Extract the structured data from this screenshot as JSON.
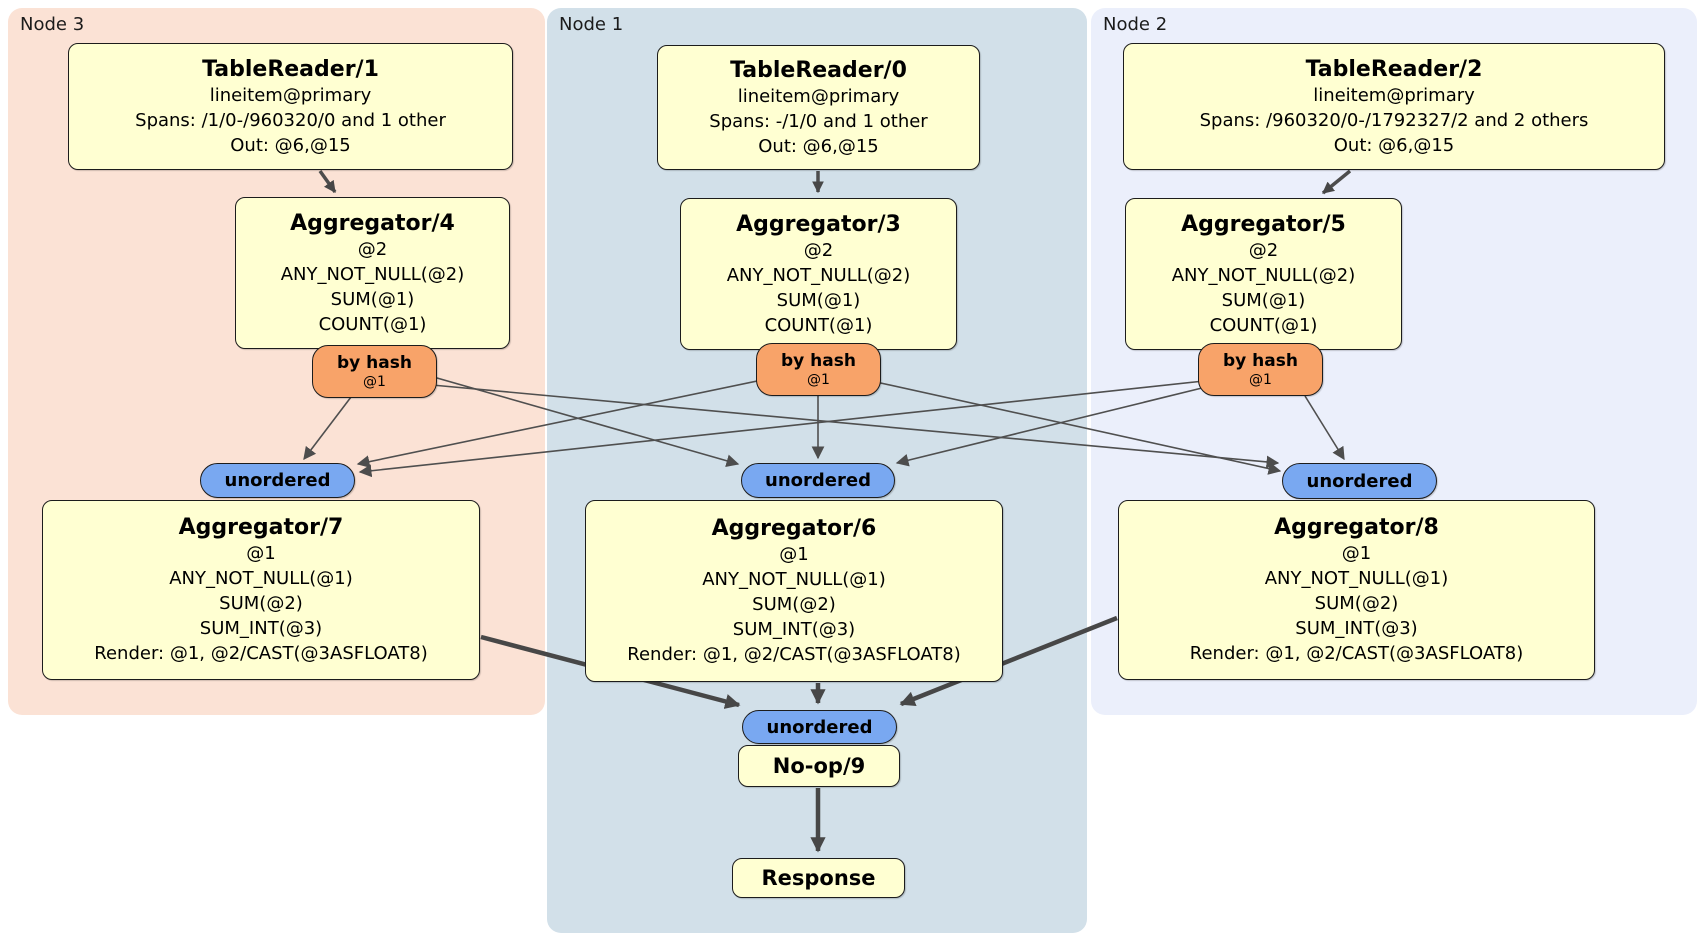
{
  "colors": {
    "node3_bg": "#fbe2d5",
    "node1_bg": "#d2e0e9",
    "node2_bg": "#ebeffb",
    "box_bg": "#ffffd2",
    "router_bg": "#f8a369",
    "sync_bg": "#79a8f1",
    "edge": "#4d4d4d"
  },
  "node3": {
    "label": "Node 3",
    "table_reader": {
      "title": "TableReader/1",
      "lines": [
        "lineitem@primary",
        "Spans: /1/0-/960320/0 and 1 other",
        "Out: @6,@15"
      ]
    },
    "aggregator_top": {
      "title": "Aggregator/4",
      "lines": [
        "@2",
        "ANY_NOT_NULL(@2)",
        "SUM(@1)",
        "COUNT(@1)"
      ]
    },
    "router": {
      "label": "by hash",
      "detail": "@1"
    },
    "sync": {
      "label": "unordered"
    },
    "aggregator_bottom": {
      "title": "Aggregator/7",
      "lines": [
        "@1",
        "ANY_NOT_NULL(@1)",
        "SUM(@2)",
        "SUM_INT(@3)",
        "Render: @1, @2/CAST(@3ASFLOAT8)"
      ]
    }
  },
  "node1": {
    "label": "Node 1",
    "table_reader": {
      "title": "TableReader/0",
      "lines": [
        "lineitem@primary",
        "Spans: -/1/0 and 1 other",
        "Out: @6,@15"
      ]
    },
    "aggregator_top": {
      "title": "Aggregator/3",
      "lines": [
        "@2",
        "ANY_NOT_NULL(@2)",
        "SUM(@1)",
        "COUNT(@1)"
      ]
    },
    "router": {
      "label": "by hash",
      "detail": "@1"
    },
    "sync": {
      "label": "unordered"
    },
    "aggregator_bottom": {
      "title": "Aggregator/6",
      "lines": [
        "@1",
        "ANY_NOT_NULL(@1)",
        "SUM(@2)",
        "SUM_INT(@3)",
        "Render: @1, @2/CAST(@3ASFLOAT8)"
      ]
    },
    "final_sync": {
      "label": "unordered"
    },
    "noop": {
      "title": "No-op/9"
    },
    "response": {
      "title": "Response"
    }
  },
  "node2": {
    "label": "Node 2",
    "table_reader": {
      "title": "TableReader/2",
      "lines": [
        "lineitem@primary",
        "Spans: /960320/0-/1792327/2 and 2 others",
        "Out: @6,@15"
      ]
    },
    "aggregator_top": {
      "title": "Aggregator/5",
      "lines": [
        "@2",
        "ANY_NOT_NULL(@2)",
        "SUM(@1)",
        "COUNT(@1)"
      ]
    },
    "router": {
      "label": "by hash",
      "detail": "@1"
    },
    "sync": {
      "label": "unordered"
    },
    "aggregator_bottom": {
      "title": "Aggregator/8",
      "lines": [
        "@1",
        "ANY_NOT_NULL(@1)",
        "SUM(@2)",
        "SUM_INT(@3)",
        "Render: @1, @2/CAST(@3ASFLOAT8)"
      ]
    }
  }
}
